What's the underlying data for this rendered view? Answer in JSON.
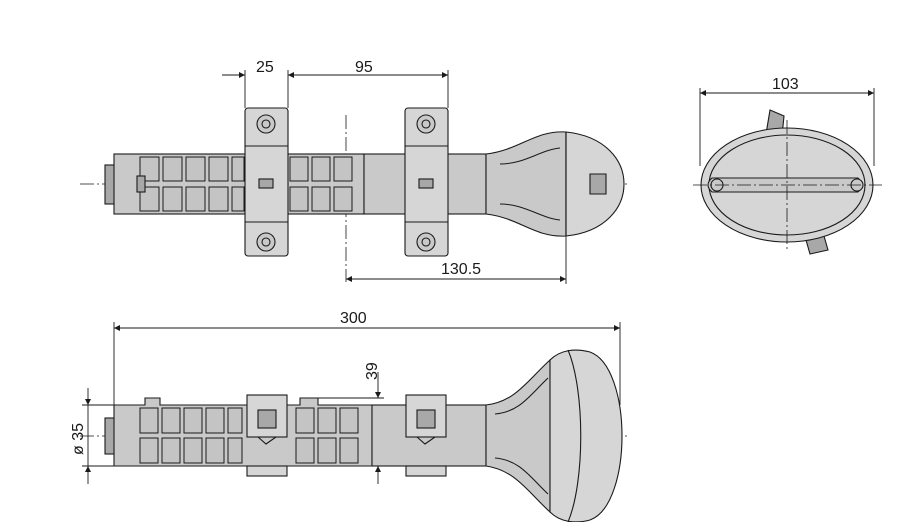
{
  "drawing": {
    "dimensions": {
      "clamp_width": "25",
      "clamp_spacing": "95",
      "axis_to_knob": "130.5",
      "overall_length": "300",
      "offset_height": "39",
      "tube_diameter": "ø 35",
      "knob_width": "103"
    }
  }
}
